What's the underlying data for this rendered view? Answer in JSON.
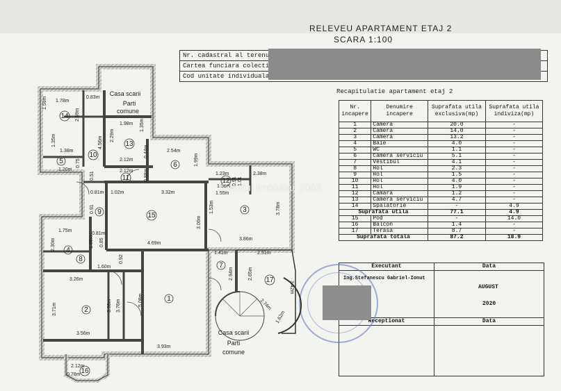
{
  "header": {
    "title": "RELEVEU APARTAMENT ETAJ 2",
    "scale": "SCARA 1:100"
  },
  "cadastral": {
    "row1": "Nr. cadastral al terenului",
    "row2": "Cartea funciara colectiva",
    "row3": "Cod unitate individuala (U)"
  },
  "recap": {
    "title": "Recapitulatie apartament etaj 2",
    "col_nr": "Nr. incapere",
    "col_name": "Denumire incapere",
    "col_excl": "Suprafata utila exclusiva(mp)",
    "col_indiv": "Suprafata utila indiviza(mp)",
    "rows": [
      {
        "nr": "1",
        "name": "Camera",
        "excl": "20.0",
        "indiv": "-"
      },
      {
        "nr": "2",
        "name": "Camera",
        "excl": "14.0",
        "indiv": "-"
      },
      {
        "nr": "3",
        "name": "Camera",
        "excl": "13.2",
        "indiv": "-"
      },
      {
        "nr": "4",
        "name": "Baie",
        "excl": "4.0",
        "indiv": "-"
      },
      {
        "nr": "5",
        "name": "WC",
        "excl": "1.1",
        "indiv": "-"
      },
      {
        "nr": "6",
        "name": "Camera serviciu",
        "excl": "5.1",
        "indiv": "-"
      },
      {
        "nr": "7",
        "name": "Vestibul",
        "excl": "4.1",
        "indiv": "-"
      },
      {
        "nr": "8",
        "name": "Hol",
        "excl": "2.3",
        "indiv": "-"
      },
      {
        "nr": "9",
        "name": "Hol",
        "excl": "1.5",
        "indiv": "-"
      },
      {
        "nr": "10",
        "name": "Hol",
        "excl": "4.0",
        "indiv": "-"
      },
      {
        "nr": "11",
        "name": "Hol",
        "excl": "1.9",
        "indiv": "-"
      },
      {
        "nr": "12",
        "name": "Camara",
        "excl": "1.2",
        "indiv": "-"
      },
      {
        "nr": "13",
        "name": "Camera serviciu",
        "excl": "4.7",
        "indiv": "-"
      },
      {
        "nr": "14",
        "name": "Spalatorie",
        "excl": "-",
        "indiv": "4.9"
      }
    ],
    "util_label": "Suprafata utila",
    "util_excl": "77.1",
    "util_indiv": "4.9",
    "extra_rows": [
      {
        "nr": "15",
        "name": "Pod",
        "excl": "-",
        "indiv": "14.0"
      },
      {
        "nr": "16",
        "name": "Balcon",
        "excl": "1.4",
        "indiv": "-"
      },
      {
        "nr": "17",
        "name": "Terasa",
        "excl": "8.7",
        "indiv": "-"
      }
    ],
    "total_label": "Suprafata totala",
    "total_excl": "87.2",
    "total_indiv": "18.9"
  },
  "signature": {
    "executant_label": "Executant",
    "data_label": "Data",
    "executant_name": "Ing.Stefanescu Gabriel-Ionut",
    "month": "AUGUST",
    "year": "2020",
    "receptionat_label": "Receptionat",
    "data_label2": "Data"
  },
  "watermark": "Centrul Imobiliar 2003",
  "plan": {
    "casa_scarii_top": "Casa scarii",
    "parti_comune_top_1": "Parti",
    "parti_comune_top_2": "comune",
    "casa_scarii_bottom": "Casa scarii",
    "parti_comune_bottom_1": "Parti",
    "parti_comune_bottom_2": "comune",
    "rooms": {
      "r1": "1",
      "r2": "2",
      "r3": "3",
      "r4": "4",
      "r5": "5",
      "r6": "6",
      "r7": "7",
      "r8": "8",
      "r9": "9",
      "r10": "10",
      "r11": "11",
      "r12": "12",
      "r13": "13",
      "r14": "14",
      "r15": "15",
      "r16": "16",
      "r17": "17"
    },
    "dims": {
      "d0_83": "0.83m",
      "d1_78": "1.78m",
      "d1_59": "1.59m",
      "d2_59": "2.59m",
      "d1_35a": "1.35m",
      "d1_38": "1.38m",
      "d1_98": "1.98m",
      "d1_35b": "1.35m",
      "d2_29": "2.29m",
      "d4_56": "4.56m",
      "d2_12a": "2.12m",
      "d0_44": "0.44m",
      "d1_20": "1.20m",
      "d0_75": "0.75",
      "d2_12b": "2.12m",
      "d0_88": "0.88m",
      "d2_54": "2.54m",
      "d1_99": "1.99m",
      "d1_23": "1.23m",
      "d2_38": "2.38m",
      "d1_58": "1.58m",
      "d1_01": "1.01",
      "d0_91": "0.91",
      "d1_55": "1.55m",
      "d0_51": "0.51",
      "d0_81a": "0.81m",
      "d1_02": "1.02m",
      "d3_32": "3.32m",
      "d1_53": "1.53m",
      "d3_78": "3.78m",
      "d0_91b": "0.91",
      "d1_75": "1.75m",
      "d3_00": "3.00m",
      "d0_81b": "0.81m",
      "d2_30": "2.30m",
      "d1_88": "1.88m",
      "d0_85": "0.85",
      "d4_69": "4.69m",
      "d3_86": "3.86m",
      "d1_41": "1.41m",
      "d2_51": "2.51m",
      "d1_60": "1.60m",
      "d0_92": "0.92",
      "d3_26": "3.26m",
      "d2_94": "2.94m",
      "d2_65": "2.65m",
      "d3_42": "3.42m",
      "d5_08": "5.08m",
      "d3_71": "3.71m",
      "d3_98": "3.98m",
      "d3_76": "3.76m",
      "d2_74": "2.74m",
      "d1_62": "1.62m",
      "d3_56": "3.56m",
      "d3_93": "3.93m",
      "d2_12c": "2.12m",
      "d0_78": "0.78m"
    }
  }
}
